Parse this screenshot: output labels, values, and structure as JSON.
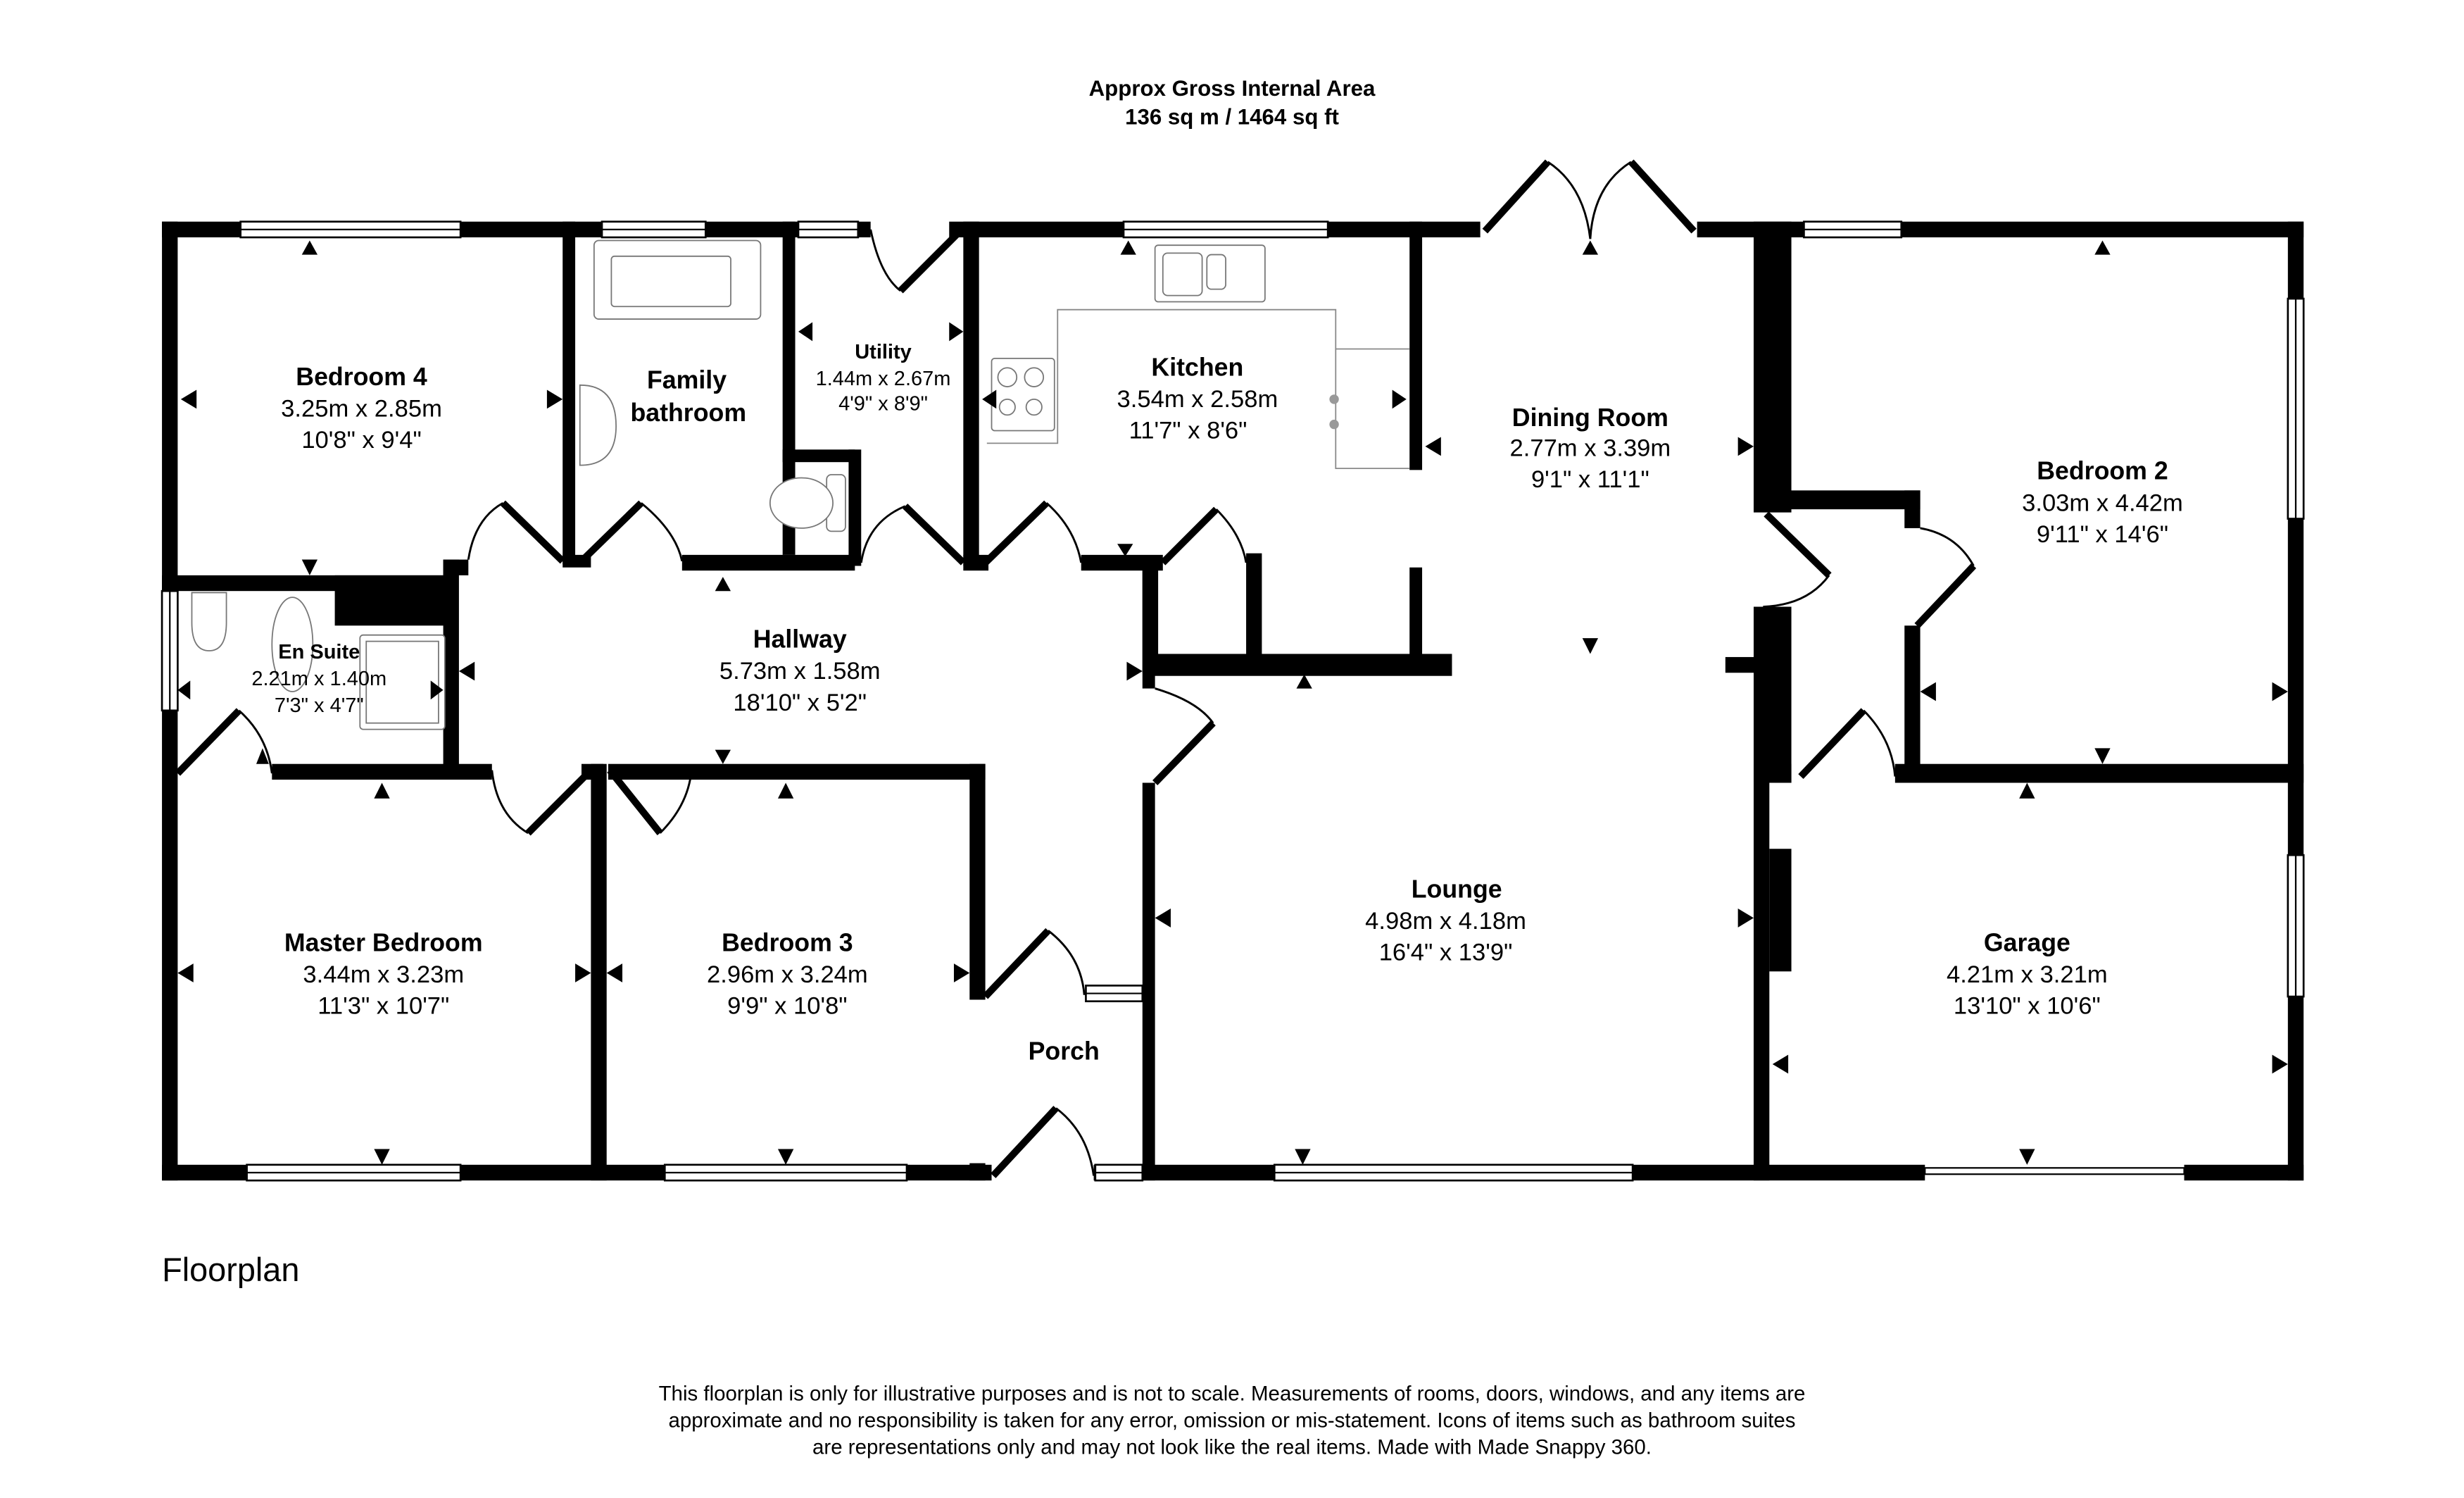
{
  "header": {
    "line1": "Approx Gross Internal Area",
    "line2": "136 sq m / 1464 sq ft"
  },
  "plan_label": "Floorplan",
  "rooms": {
    "bedroom4": {
      "name": "Bedroom 4",
      "metric": "3.25m x 2.85m",
      "imperial": "10'8\" x 9'4\""
    },
    "family_bathroom": {
      "name_line1": "Family",
      "name_line2": "bathroom"
    },
    "utility": {
      "name": "Utility",
      "metric": "1.44m x 2.67m",
      "imperial": "4'9\" x 8'9\""
    },
    "kitchen": {
      "name": "Kitchen",
      "metric": "3.54m x 2.58m",
      "imperial": "11'7\" x 8'6\""
    },
    "dining_room": {
      "name": "Dining Room",
      "metric": "2.77m x 3.39m",
      "imperial": "9'1\" x 11'1\""
    },
    "bedroom2": {
      "name": "Bedroom 2",
      "metric": "3.03m x 4.42m",
      "imperial": "9'11\" x 14'6\""
    },
    "en_suite": {
      "name": "En Suite",
      "metric": "2.21m x 1.40m",
      "imperial": "7'3\" x 4'7\""
    },
    "hallway": {
      "name": "Hallway",
      "metric": "5.73m x 1.58m",
      "imperial": "18'10\" x 5'2\""
    },
    "master_bedroom": {
      "name": "Master Bedroom",
      "metric": "3.44m x 3.23m",
      "imperial": "11'3\" x 10'7\""
    },
    "bedroom3": {
      "name": "Bedroom 3",
      "metric": "2.96m x 3.24m",
      "imperial": "9'9\" x 10'8\""
    },
    "porch": {
      "name": "Porch"
    },
    "lounge": {
      "name": "Lounge",
      "metric": "4.98m x 4.18m",
      "imperial": "16'4\" x 13'9\""
    },
    "garage": {
      "name": "Garage",
      "metric": "4.21m x 3.21m",
      "imperial": "13'10\" x 10'6\""
    }
  },
  "disclaimer": {
    "line1": "This floorplan is only for illustrative purposes and is not to scale. Measurements of rooms, doors, windows, and any items are",
    "line2": "approximate and no responsibility is taken for any error, omission or mis-statement. Icons of items such as bathroom suites",
    "line3": "are representations only and may not look like the real items. Made with Made Snappy 360."
  }
}
